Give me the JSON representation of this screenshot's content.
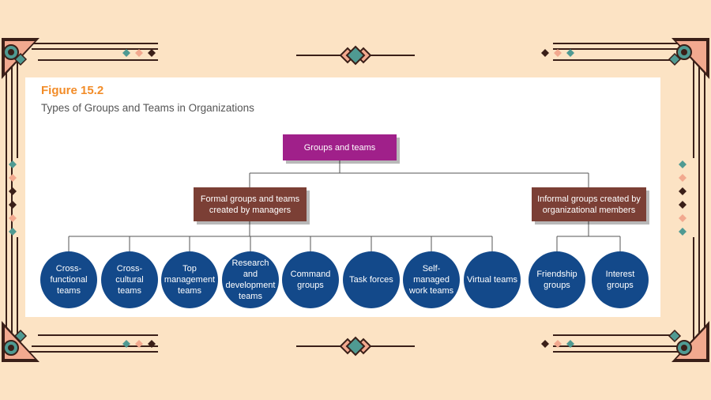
{
  "figure": {
    "label": "Figure 15.2",
    "caption": "Types of Groups and Teams in Organizations"
  },
  "colors": {
    "background": "#fce3c4",
    "frame_dark": "#3a1f18",
    "teal": "#4f9a92",
    "salmon": "#f2a98f",
    "label_orange": "#f28c28",
    "root_magenta": "#a0208a",
    "category_brown": "#7b3f35",
    "circle_blue": "#13498a"
  },
  "diagram": {
    "root": "Groups and teams",
    "formal": {
      "label": "Formal groups and teams created by managers",
      "children": [
        "Cross-functional teams",
        "Cross-cultural teams",
        "Top management teams",
        "Research and development teams",
        "Command groups",
        "Task forces",
        "Self-managed work teams",
        "Virtual teams"
      ]
    },
    "informal": {
      "label": "Informal groups created by organizational members",
      "children": [
        "Friendship groups",
        "Interest groups"
      ]
    }
  }
}
